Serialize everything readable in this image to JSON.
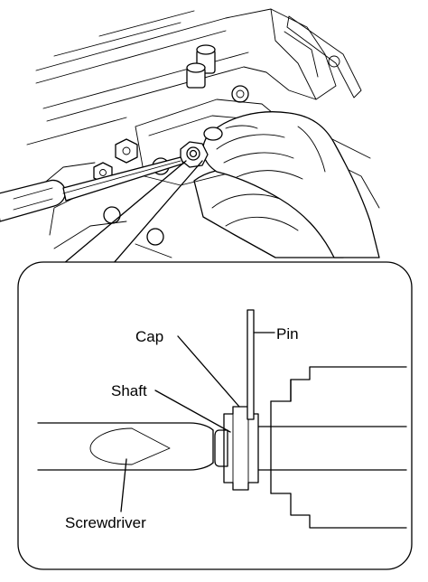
{
  "labels": {
    "pin": "Pin",
    "cap": "Cap",
    "shaft": "Shaft",
    "screwdriver": "Screwdriver"
  }
}
